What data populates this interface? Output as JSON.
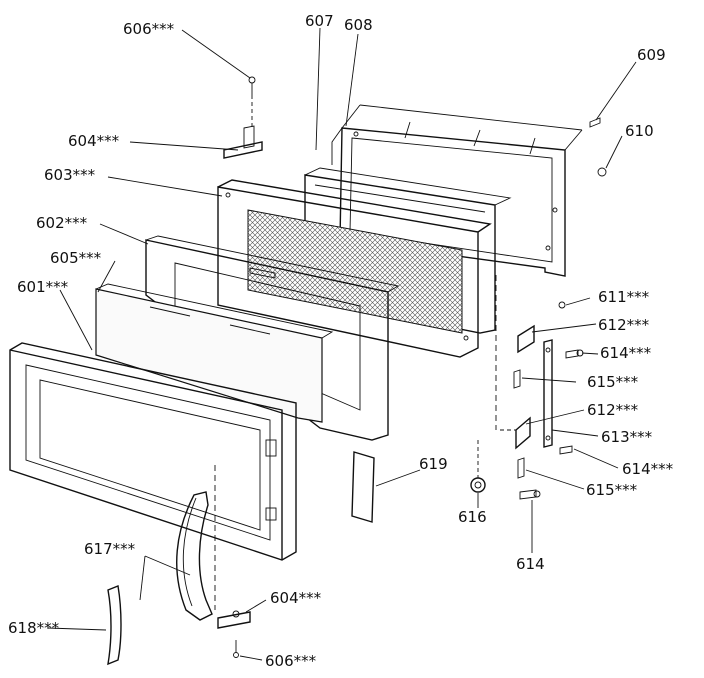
{
  "labels": {
    "l606a": "606***",
    "l607": "607",
    "l608": "608",
    "l609": "609",
    "l604a": "604***",
    "l610": "610",
    "l603": "603***",
    "l602": "602***",
    "l605": "605***",
    "l601": "601***",
    "l611": "611***",
    "l612a": "612***",
    "l614a": "614***",
    "l615a": "615***",
    "l612b": "612***",
    "l613": "613***",
    "l614b": "614***",
    "l619": "619",
    "l615b": "615***",
    "l616": "616",
    "l614c": "614",
    "l617": "617***",
    "l604b": "604***",
    "l618": "618***",
    "l606b": "606***"
  }
}
